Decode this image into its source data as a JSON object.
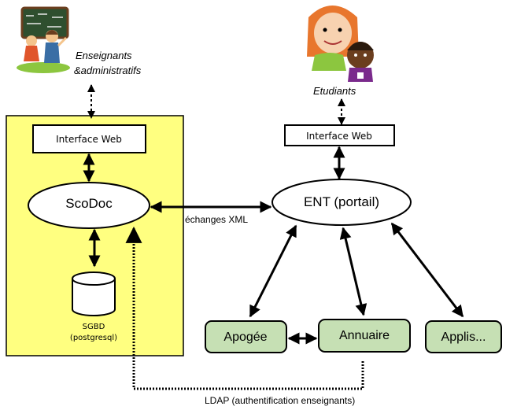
{
  "actors": {
    "teachers_line1": "Enseignants",
    "teachers_line2": "&administratifs",
    "students": "Etudiants"
  },
  "nodes": {
    "web_interface_left": "Interface Web",
    "web_interface_right": "Interface Web",
    "scodoc": "ScoDoc",
    "ent": "ENT (portail)",
    "db_line1": "SGBD",
    "db_line2": "(postgresql)",
    "apogee": "Apogée",
    "annuaire": "Annuaire",
    "applis": "Applis..."
  },
  "edges": {
    "xml_exchange": "échanges XML",
    "ldap": "LDAP (authentification enseignants)"
  },
  "colors": {
    "scodoc_panel": "#ffff80",
    "green_nodes": "#c6e0b4"
  }
}
